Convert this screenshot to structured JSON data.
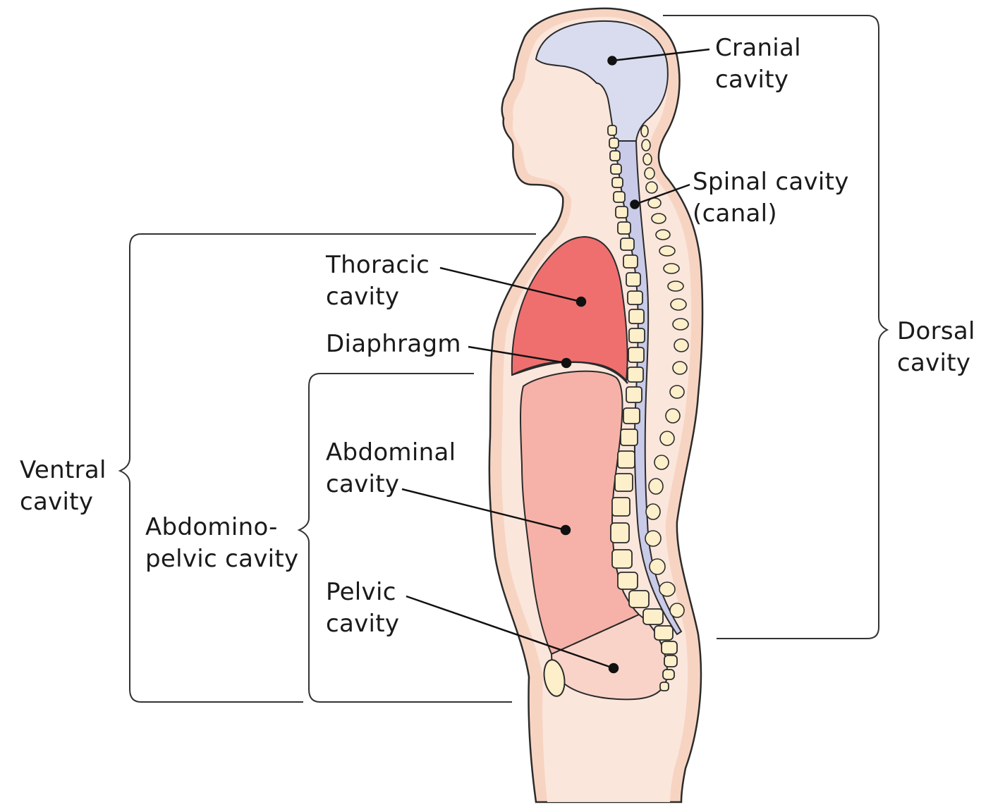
{
  "labels": {
    "cranial": [
      "Cranial",
      "cavity"
    ],
    "spinal": [
      "Spinal cavity",
      "(canal)"
    ],
    "thoracic": [
      "Thoracic",
      "cavity"
    ],
    "diaphragm": [
      "Diaphragm"
    ],
    "abdominal": [
      "Abdominal",
      "cavity"
    ],
    "pelvic": [
      "Pelvic",
      "cavity"
    ],
    "abdominopelvic": [
      "Abdomino-",
      "pelvic cavity"
    ],
    "ventral": [
      "Ventral",
      "cavity"
    ],
    "dorsal": [
      "Dorsal",
      "cavity"
    ]
  },
  "colors": {
    "skin_outer": "#f7d4c2",
    "skin_inner": "#fbe6dc",
    "outline": "#2b2b2b",
    "brain": "#d9dcef",
    "spinal_canal": "#c9cbe8",
    "thoracic": "#ef6f6f",
    "abdominal": "#f6b2a8",
    "pelvic": "#f9d3c8",
    "vertebra": "#fcefc9",
    "bracket": "#333333",
    "leader": "#111111"
  }
}
